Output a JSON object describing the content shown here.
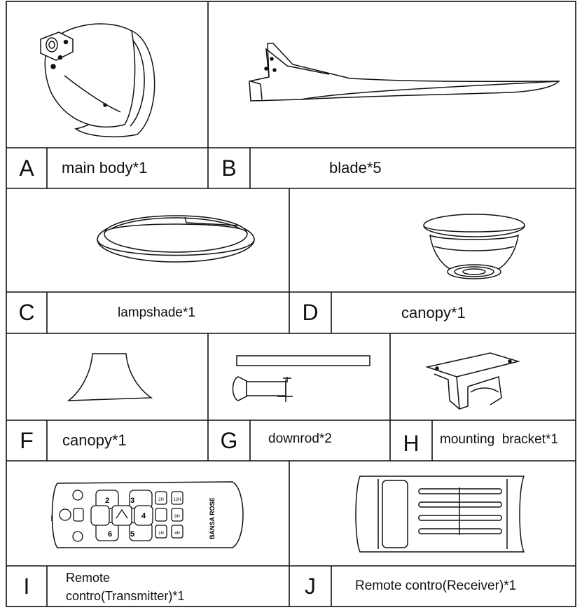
{
  "parts": [
    {
      "letter": "A",
      "name": "main body*1"
    },
    {
      "letter": "B",
      "name": "blade*5"
    },
    {
      "letter": "C",
      "name": "lampshade*1"
    },
    {
      "letter": "D",
      "name": "canopy*1"
    },
    {
      "letter": "F",
      "name": "canopy*1"
    },
    {
      "letter": "G",
      "name": "downrod*2"
    },
    {
      "letter": "H",
      "name": "mounting  bracket*1"
    },
    {
      "letter": "I",
      "name_line1": "Remote",
      "name_line2": "contro(Transmitter)*1"
    },
    {
      "letter": "J",
      "name": "Remote contro(Receiver)*1"
    }
  ],
  "remote": {
    "brand": "BANSA ROSE",
    "keys": [
      "2",
      "3",
      "4",
      "5",
      "6",
      "2H",
      "12H",
      "8H",
      "1H",
      "4H"
    ]
  }
}
